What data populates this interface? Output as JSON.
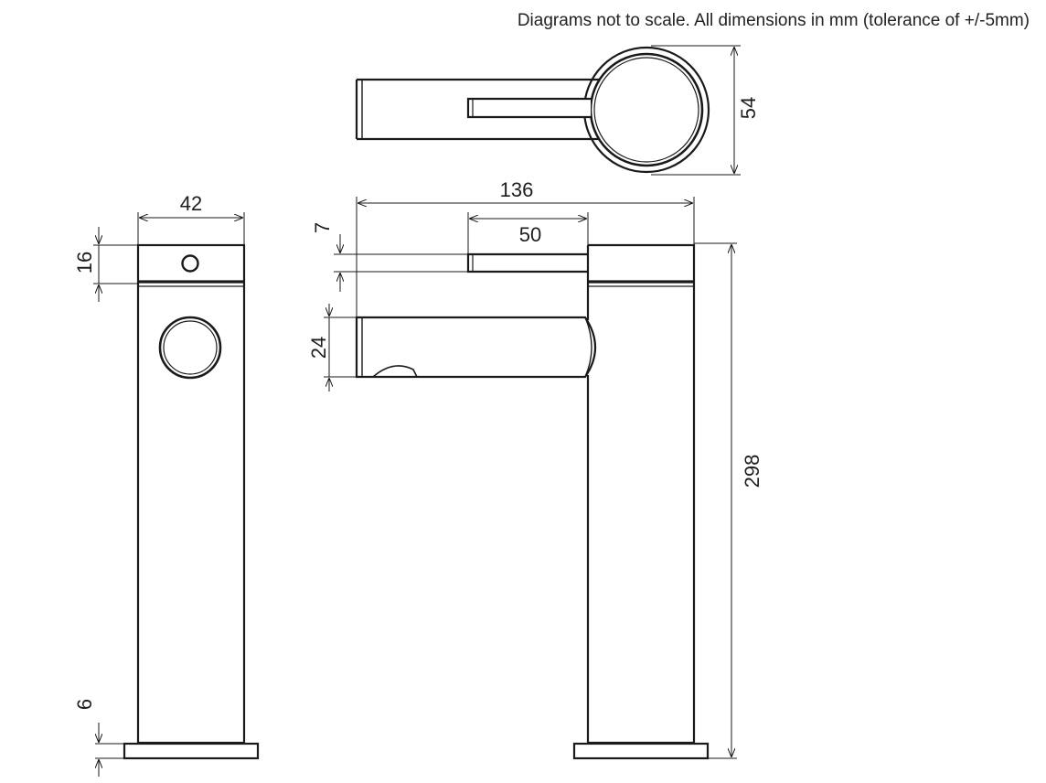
{
  "note": "Diagrams not to scale. All dimensions in mm (tolerance of +/-5mm)",
  "colors": {
    "line": "#1a1a1a",
    "background": "#ffffff"
  },
  "dimensions": {
    "plan_depth": "54",
    "overall_length": "136",
    "side_width": "42",
    "handle_length": "50",
    "handle_height": "7",
    "cap_height": "16",
    "spout_height": "24",
    "overall_height": "298",
    "base_height": "6"
  }
}
